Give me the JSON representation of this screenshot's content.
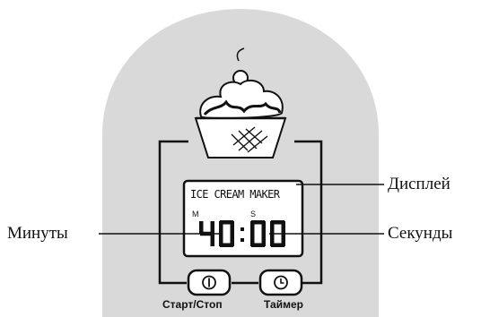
{
  "labels": {
    "display": "Дисплей",
    "minutes": "Минуты",
    "seconds": "Секунды"
  },
  "lcd": {
    "title": "ICE CREAM MAKER",
    "minutes_marker": "M",
    "seconds_marker": "S",
    "minutes_value": "40",
    "seconds_value": "00"
  },
  "buttons": {
    "start_stop": {
      "label": "Старт/Стоп",
      "icon": "power-icon"
    },
    "timer": {
      "label": "Таймер",
      "icon": "clock-icon"
    }
  },
  "colors": {
    "panel": "#d9d9d9",
    "lcd": "#ffffff",
    "line": "#111111"
  }
}
